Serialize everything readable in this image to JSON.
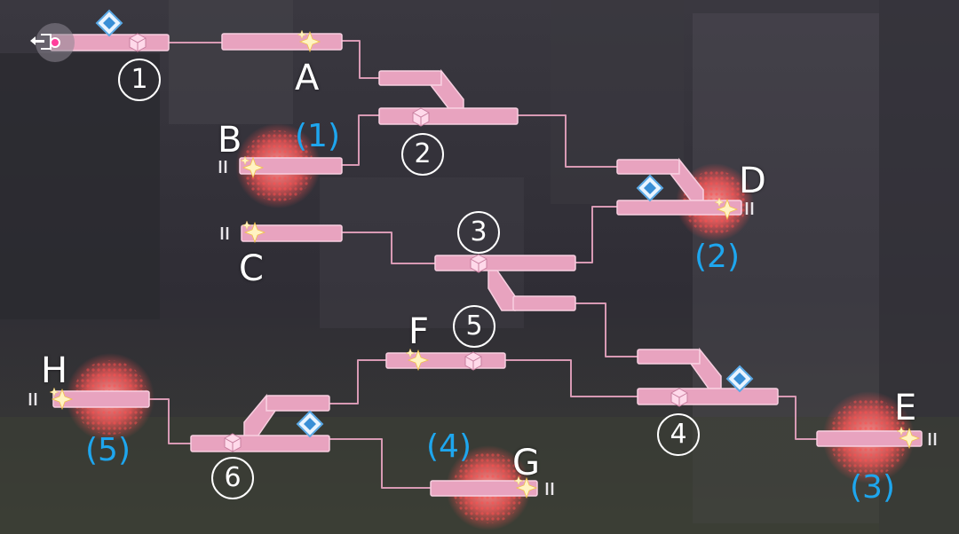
{
  "map": {
    "exit_icon": "exit-door-icon",
    "nodes": [
      {
        "id": "A",
        "label": "A"
      },
      {
        "id": "B",
        "label": "B"
      },
      {
        "id": "C",
        "label": "C"
      },
      {
        "id": "D",
        "label": "D"
      },
      {
        "id": "E",
        "label": "E"
      },
      {
        "id": "F",
        "label": "F"
      },
      {
        "id": "G",
        "label": "G"
      },
      {
        "id": "H",
        "label": "H"
      }
    ],
    "waypoints": [
      "1",
      "2",
      "3",
      "4",
      "5",
      "6"
    ],
    "goals": [
      "(1)",
      "(2)",
      "(3)",
      "(4)",
      "(5)"
    ],
    "icons": [
      "box-icon",
      "sparkle-icon",
      "diamond-icon",
      "glow-orb-icon",
      "gate-icon"
    ],
    "colors": {
      "track": "#e8a3bf",
      "track_edge": "#f7cfe0",
      "connector": "#d89ab4",
      "goal_text": "#1ea6ee",
      "orb": "#ff6f6f",
      "diamond": "#5aa9e6"
    }
  }
}
